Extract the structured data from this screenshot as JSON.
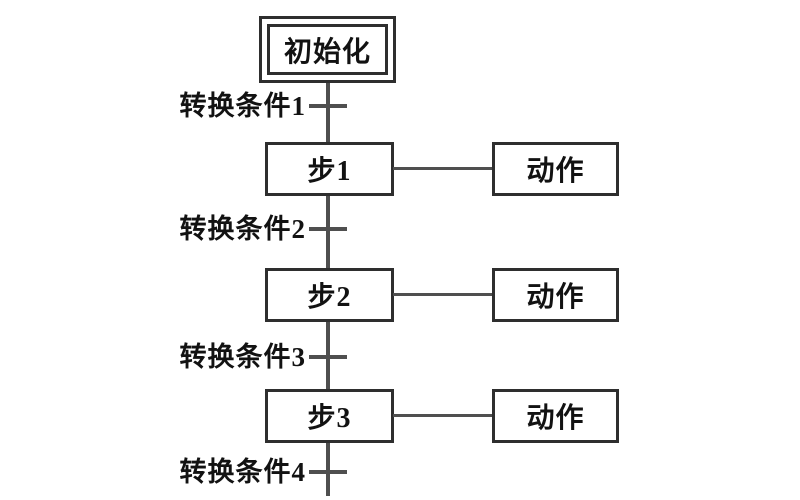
{
  "diagram": {
    "init_step": {
      "label": "初始化"
    },
    "steps": [
      {
        "label": "步1",
        "action": "动作"
      },
      {
        "label": "步2",
        "action": "动作"
      },
      {
        "label": "步3",
        "action": "动作"
      }
    ],
    "transitions": [
      {
        "label": "转换条件1"
      },
      {
        "label": "转换条件2"
      },
      {
        "label": "转换条件3"
      },
      {
        "label": "转换条件4"
      }
    ],
    "colors": {
      "line": "#4f4f4f",
      "box_border": "#2e2e2e",
      "text": "#121212",
      "background": "#ffffff"
    }
  }
}
